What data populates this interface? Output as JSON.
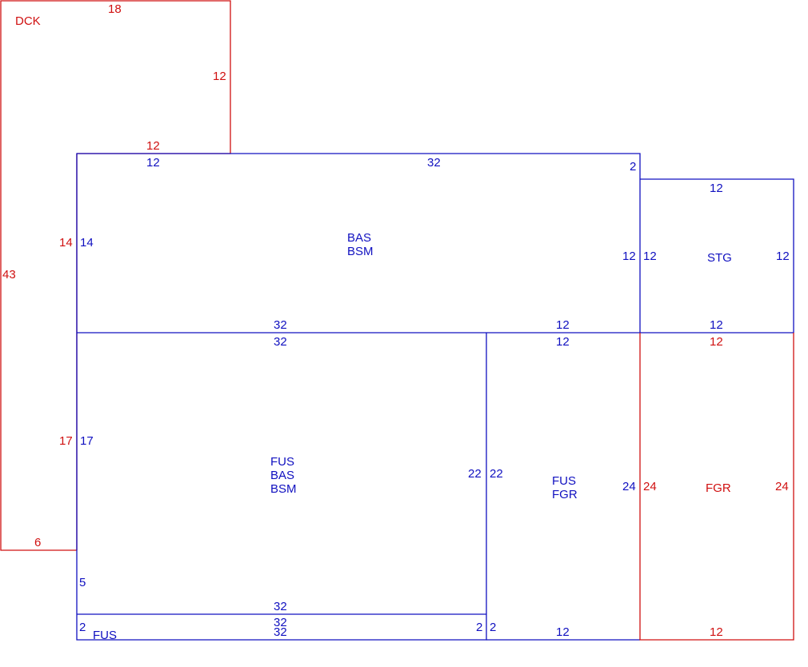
{
  "colors": {
    "red": "#d01010",
    "blue": "#1010c0"
  },
  "areas": {
    "dck": {
      "code": "DCK"
    },
    "bas": {
      "line1": "BAS",
      "line2": "BSM"
    },
    "stg": {
      "code": "STG"
    },
    "fus_main": {
      "line1": "FUS",
      "line2": "BAS",
      "line3": "BSM"
    },
    "fus_fgr": {
      "line1": "FUS",
      "line2": "FGR"
    },
    "fgr": {
      "code": "FGR"
    },
    "fus_strip": {
      "code": "FUS"
    }
  },
  "dims": {
    "dck_top": "18",
    "dck_right": "12",
    "dck_step": "12",
    "dck_left": "43",
    "dck_bottom": "6",
    "dck_inner_upper": "14",
    "dck_inner_lower": "17",
    "bas_top_left": "12",
    "bas_top": "32",
    "bas_top_step": "2",
    "bas_left": "14",
    "bas_right": "12",
    "bas_bottom_left": "32",
    "bas_bottom_right": "12",
    "stg_top": "12",
    "stg_left": "12",
    "stg_right": "12",
    "stg_bottom": "12",
    "fus_top": "32",
    "fus_left": "17",
    "fus_right": "22",
    "fus_left_low": "5",
    "fus_bottom": "32",
    "fusfgr_top": "12",
    "fusfgr_left": "22",
    "fusfgr_right": "24",
    "fusfgr_left_low": "2",
    "fusfgr_bottom": "12",
    "fgr_top": "12",
    "fgr_left": "24",
    "fgr_right": "24",
    "fgr_bottom": "12",
    "strip_top": "32",
    "strip_bottom": "32",
    "strip_left": "2",
    "strip_right": "2"
  }
}
